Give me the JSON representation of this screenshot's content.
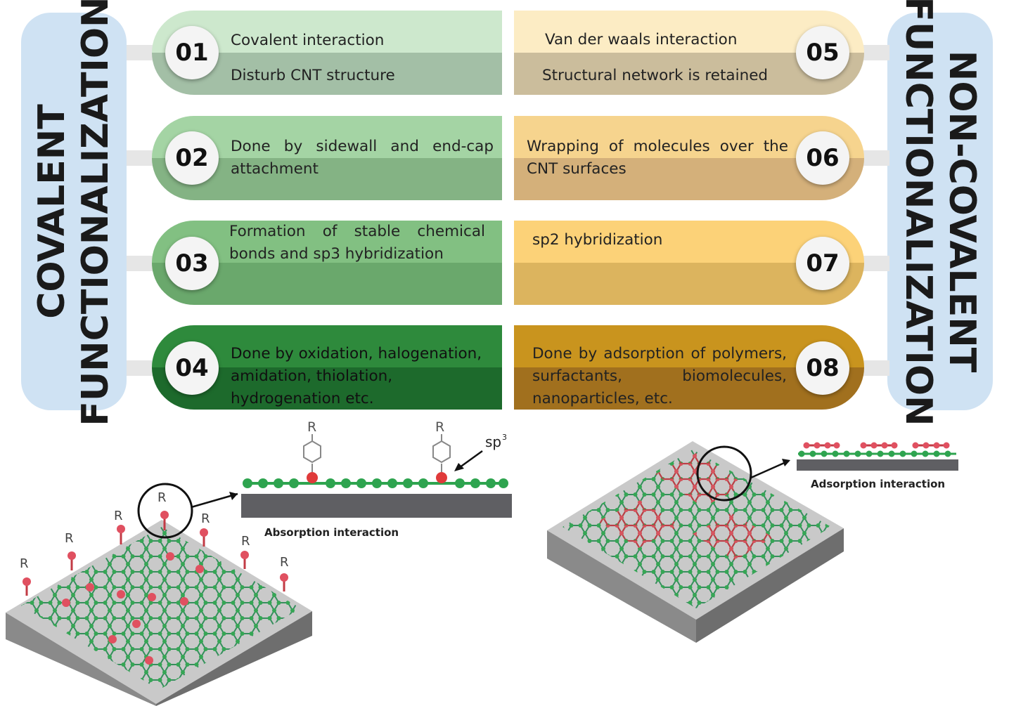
{
  "left_title": {
    "line1": "COVALENT",
    "line2": "FUNCTIONALIZATION"
  },
  "right_title": {
    "line1": "NON-COVALENT",
    "line2": "FUNCTIONALIZATION"
  },
  "covalent_items": [
    {
      "num": "01",
      "line1": "Covalent interaction",
      "line2": "Disturb CNT structure"
    },
    {
      "num": "02",
      "text": "Done by sidewall and end-cap attachment"
    },
    {
      "num": "03",
      "text": "Formation of stable chemical bonds and sp3 hybridization"
    },
    {
      "num": "04",
      "text": "Done by oxidation, halogenation, amidation, thiolation, hydrogenation etc."
    }
  ],
  "noncovalent_items": [
    {
      "num": "05",
      "line1": "Van der waals interaction",
      "line2": "Structural network is retained"
    },
    {
      "num": "06",
      "text": "Wrapping of molecules over the CNT surfaces"
    },
    {
      "num": "07",
      "text": "sp2 hybridization"
    },
    {
      "num": "08",
      "text": "Done by adsorption of polymers, surfactants, biomolecules, nanoparticles, etc."
    }
  ],
  "illustration": {
    "group_label": "R",
    "sp3_label": "sp",
    "sp3_sup": "3",
    "left_caption": "Absorption interaction",
    "right_caption": "Adsorption interaction"
  },
  "colors": {
    "p1": [
      "#cde8cd",
      "#a3bfa6"
    ],
    "p2": [
      "#a4d4a4",
      "#84b384"
    ],
    "p3": [
      "#82c082",
      "#6aa86c"
    ],
    "p4": [
      "#2e8a3c",
      "#1d6a2c"
    ],
    "p5": [
      "#fcecc4",
      "#cbbd9c"
    ],
    "p6": [
      "#f6d48e",
      "#d4b07a"
    ],
    "p7": [
      "#fcd278",
      "#dcb45e"
    ],
    "p8": [
      "#c9941e",
      "#a1701e"
    ]
  }
}
